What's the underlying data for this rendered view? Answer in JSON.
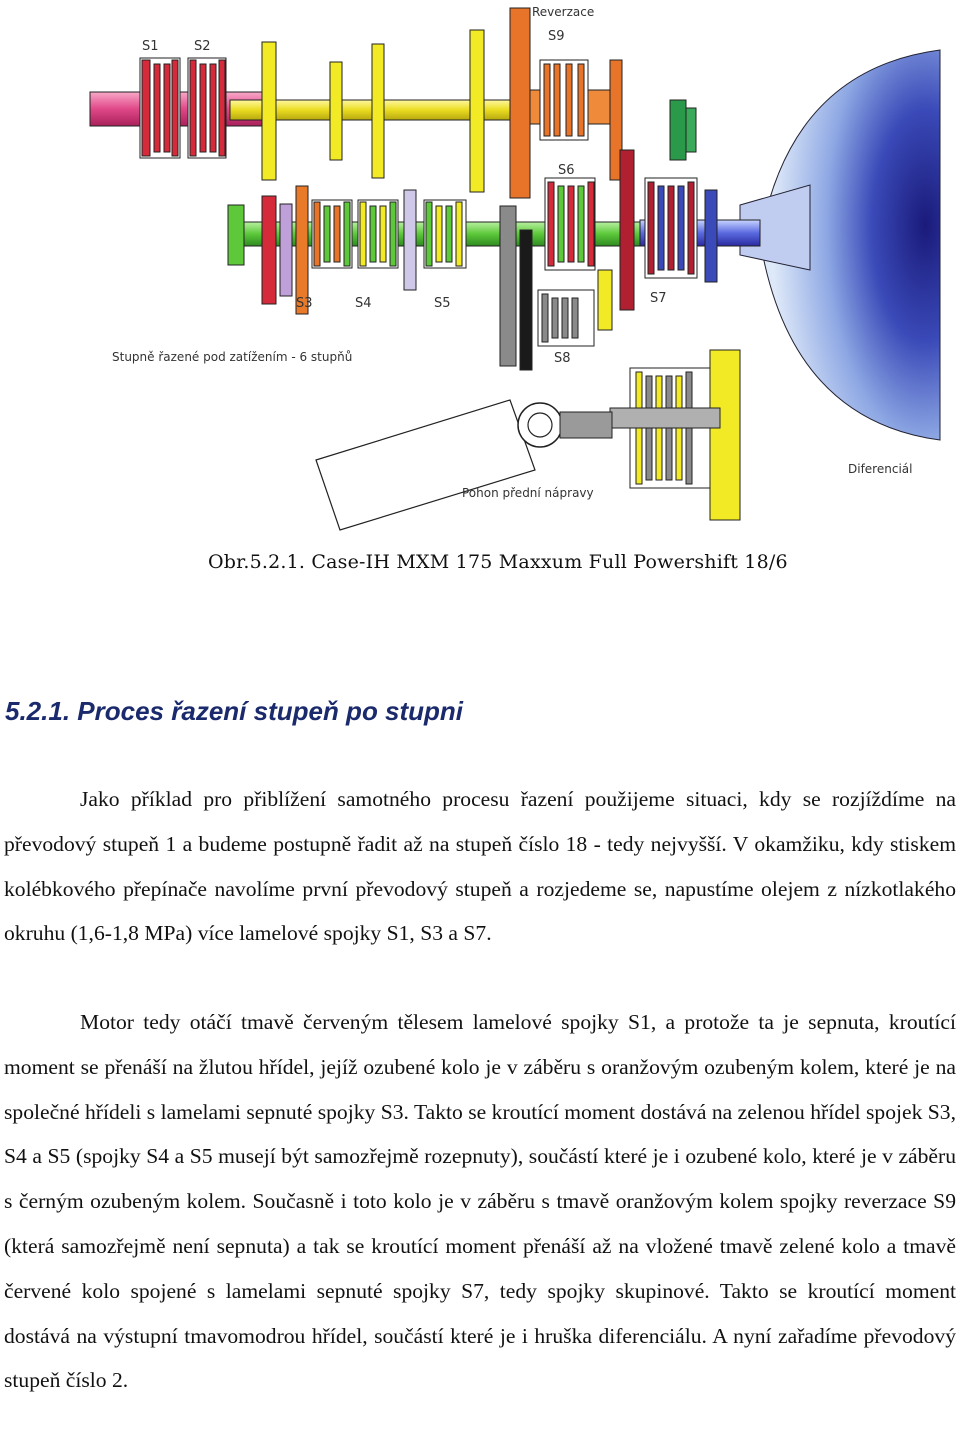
{
  "figure": {
    "labels": {
      "s1": "S1",
      "s2": "S2",
      "reverzace": "Reverzace",
      "s9": "S9",
      "s6": "S6",
      "s3": "S3",
      "s4": "S4",
      "s5": "S5",
      "s7": "S7",
      "s8": "S8",
      "stupne": "Stupně řazené pod zatížením - 6 stupňů",
      "pohon": "Pohon přední nápravy",
      "diferencial": "Diferenciál"
    },
    "caption": "Obr.5.2.1. Case-IH MXM 175 Maxxum Full Powershift 18/6"
  },
  "section": {
    "number": "5.2.1.",
    "title": "Proces řazení stupeň po stupni"
  },
  "paragraphs": [
    "Jako příklad pro přiblížení samotného procesu řazení použijeme situaci, kdy se rozjíždíme na převodový stupeň 1 a budeme postupně řadit až na stupeň číslo 18 - tedy nejvyšší. V okamžiku, kdy stiskem kolébkového přepínače navolíme první převodový stupeň a rozjedeme se, napustíme olejem z nízkotlakého okruhu (1,6-1,8 MPa) více lamelové spojky S1, S3 a S7.",
    "Motor tedy otáčí tmavě červeným tělesem lamelové spojky S1, a protože ta je sepnuta, kroutící moment se přenáší na žlutou hřídel, jejíž ozubené kolo je v záběru s oranžovým ozubeným kolem, které je na společné hřídeli s lamelami sepnuté spojky S3. Takto se kroutící moment dostává na zelenou hřídel spojek S3, S4 a S5 (spojky S4 a S5 musejí být samozřejmě rozepnuty), součástí které je i ozubené kolo, které je v záběru s černým ozubeným kolem. Současně i toto kolo je v záběru s tmavě oranžovým kolem spojky reverzace S9 (která samozřejmě není sepnuta) a tak se kroutící moment přenáší až na vložené tmavě zelené kolo a tmavě červené kolo spojené s lamelami sepnuté spojky S7, tedy spojky skupinové. Takto se kroutící moment dostává na výstupní tmavomodrou hřídel, součástí které je i hruška diferenciálu. A nyní zařadíme převodový stupeň číslo 2."
  ],
  "colors": {
    "red": "#d8283a",
    "pink": "#e8508a",
    "yellow": "#f2ea24",
    "orange": "#ee7a2a",
    "green": "#5cc83a",
    "dark_green": "#2a8a3a",
    "grey": "#8a8a8a",
    "black": "#1a1a1a",
    "blue": "#4a6ad8",
    "dark_blue": "#1a1a8a",
    "light_blue": "#bcd0ee",
    "heading": "#1a2a6c"
  }
}
